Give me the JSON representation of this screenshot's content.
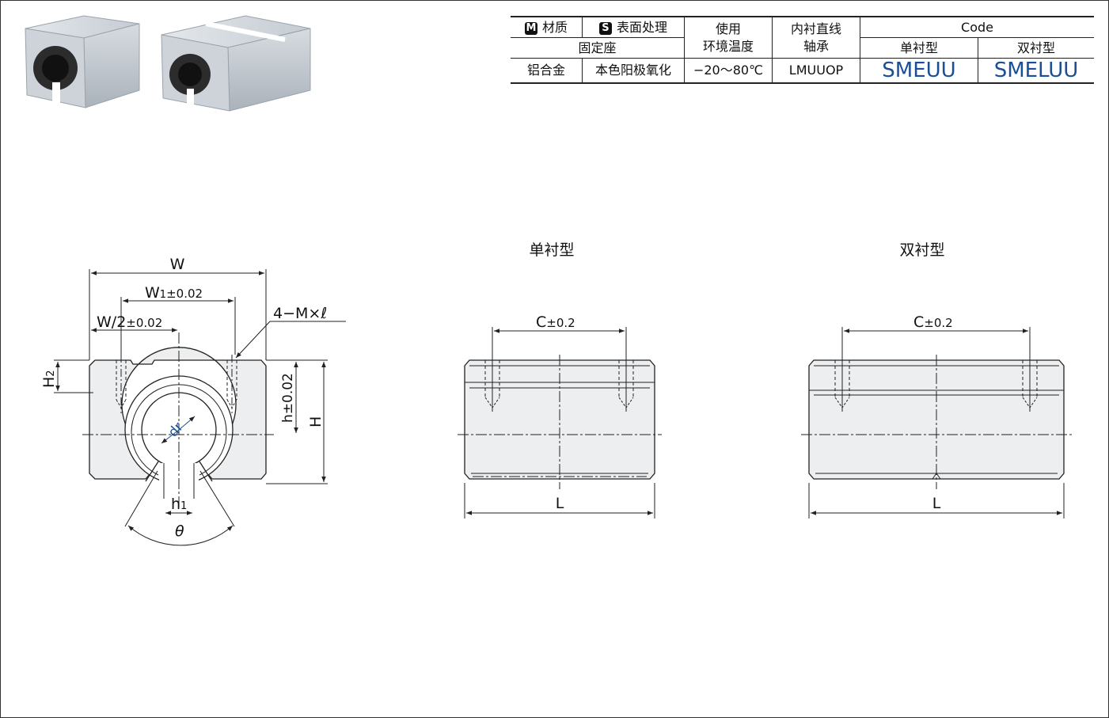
{
  "table": {
    "material_badge": "M",
    "material_label": "材质",
    "surface_badge": "S",
    "surface_label": "表面处理",
    "fixed_seat": "固定座",
    "temp_line1": "使用",
    "temp_line2": "环境温度",
    "bearing_line1": "内衬直线",
    "bearing_line2": "轴承",
    "code_header": "Code",
    "single_type": "单衬型",
    "double_type": "双衬型",
    "material_value": "铝合金",
    "surface_value": "本色阳极氧化",
    "temp_value": "−20～80℃",
    "bearing_value": "LMUUOP",
    "code_single": "SMEUU",
    "code_double": "SMELUU"
  },
  "drawing": {
    "front": {
      "W": "W",
      "W1": "W",
      "W1_sub": "1",
      "W1_tol": "±0.02",
      "Whalf": "W/2",
      "Whalf_tol": "±0.02",
      "hole_callout": "4−M×ℓ",
      "H2": "H",
      "H2_sub": "2",
      "h_tol": "h±0.02",
      "H": "H",
      "dr": "dr",
      "h1": "h",
      "h1_sub": "1",
      "theta": "θ"
    },
    "single": {
      "title": "单衬型",
      "C": "C",
      "C_tol": "±0.2",
      "L": "L"
    },
    "double": {
      "title": "双衬型",
      "C": "C",
      "C_tol": "±0.2",
      "L": "L"
    }
  }
}
